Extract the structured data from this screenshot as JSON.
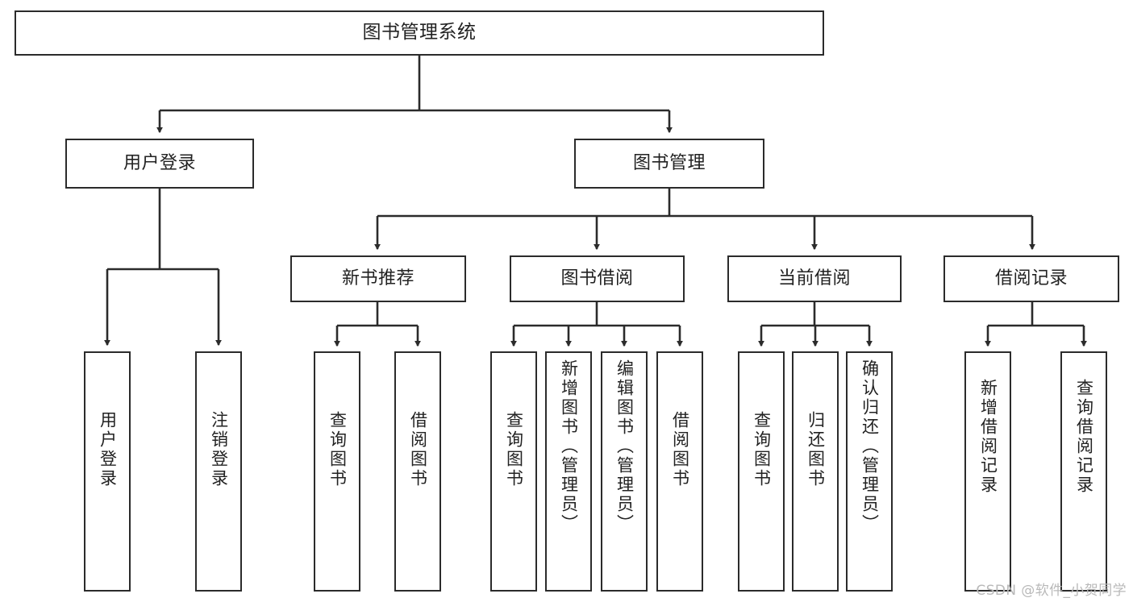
{
  "diagram": {
    "title": "图书管理系统",
    "type": "tree-hierarchy",
    "stroke_color": "#2b2b2b",
    "text_color": "#222222",
    "background_color": "#ffffff"
  },
  "nodes": {
    "root": {
      "label": "图书管理系统"
    },
    "level2": [
      {
        "label": "用户登录"
      },
      {
        "label": "图书管理"
      }
    ],
    "level3": [
      {
        "label": "新书推荐"
      },
      {
        "label": "图书借阅"
      },
      {
        "label": "当前借阅"
      },
      {
        "label": "借阅记录"
      }
    ],
    "leaves": {
      "user_login": [
        {
          "label": "用户登录"
        },
        {
          "label": "注销登录"
        }
      ],
      "new_book_recommend": [
        {
          "label": "查询图书"
        },
        {
          "label": "借阅图书"
        }
      ],
      "book_borrow": [
        {
          "label": "查询图书"
        },
        {
          "label": "新增图书（管理员）"
        },
        {
          "label": "编辑图书（管理员）"
        },
        {
          "label": "借阅图书"
        }
      ],
      "current_borrow": [
        {
          "label": "查询图书"
        },
        {
          "label": "归还图书"
        },
        {
          "label": "确认归还（管理员）"
        }
      ],
      "borrow_record": [
        {
          "label": "新增借阅记录"
        },
        {
          "label": "查询借阅记录"
        }
      ]
    }
  },
  "watermark": {
    "text": "CSDN @软件_小贺同学"
  }
}
